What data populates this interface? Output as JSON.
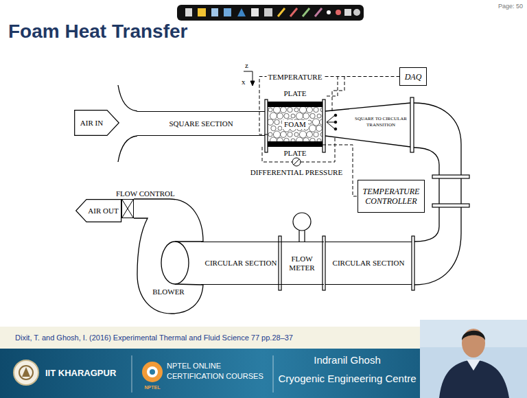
{
  "diagram": {
    "title": "Foam Heat Transfer",
    "caption": "Dixit, T. and Ghosh, I. (2016) Experimental Thermal and Fluid Science 77 pp.28–37",
    "nodes": [
      {
        "text": [
          "AIR IN"
        ]
      },
      {
        "text": [
          "SQUARE SECTION"
        ]
      },
      {
        "text": [
          "PLATE"
        ]
      },
      {
        "text": [
          "FOAM"
        ]
      },
      {
        "text": [
          "PLATE"
        ]
      },
      {
        "text": [
          "SQUARE TO CIRCULAR TRANSITION"
        ]
      },
      {
        "text": [
          "DAQ"
        ]
      },
      {
        "text": [
          "TEMPERATURE CONTROLLER"
        ]
      },
      {
        "text": [
          "FLOW CONTROL"
        ]
      },
      {
        "text": [
          "AIR OUT"
        ]
      },
      {
        "text": [
          "BLOWER"
        ]
      },
      {
        "text": [
          "CIRCULAR SECTION"
        ]
      },
      {
        "text": [
          "FLOW METER"
        ]
      },
      {
        "text": [
          "CIRCULAR SECTION"
        ]
      }
    ],
    "edges": [
      {
        "from": 3,
        "to": 6,
        "label": "TEMPERATURE",
        "arrow": "none"
      },
      {
        "from": 4,
        "to": 7,
        "arrow": "none"
      }
    ],
    "labels": [
      "z",
      "x",
      "DIFFERENTIAL PRESSURE",
      "Page: 50",
      "IIT KHARAGPUR",
      "NPTEL",
      "NPTEL ONLINE CERTIFICATION COURSES",
      "Indranil Ghosh",
      "Cryogenic Engineering Centre"
    ]
  }
}
